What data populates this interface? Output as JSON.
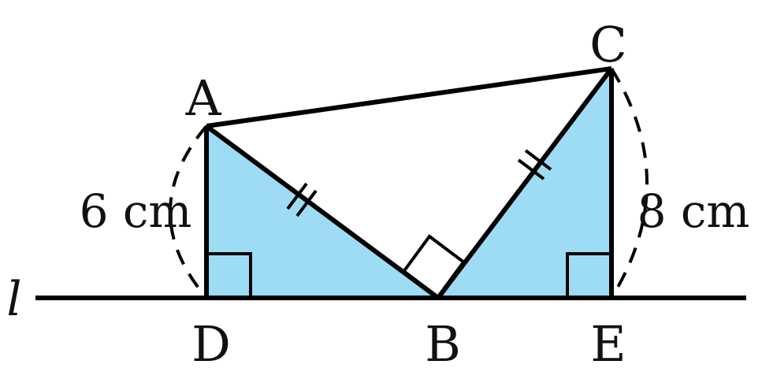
{
  "points": {
    "A": "A",
    "B": "B",
    "C": "C",
    "D": "D",
    "E": "E"
  },
  "line_label": "l",
  "measurements": {
    "AD": "6 cm",
    "CE": "8 cm"
  },
  "colors": {
    "fill": "#9EDCF6",
    "stroke": "#000000",
    "background": "#FFFFFF"
  }
}
